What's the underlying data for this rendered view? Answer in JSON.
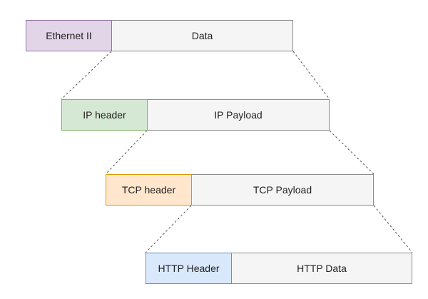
{
  "layers": [
    {
      "header": {
        "label": "Ethernet II",
        "color": "#e1d5e7",
        "border": "#9673a6"
      },
      "payload": {
        "label": "Data"
      }
    },
    {
      "header": {
        "label": "IP header",
        "color": "#d5e8d4",
        "border": "#82b366"
      },
      "payload": {
        "label": "IP Payload"
      }
    },
    {
      "header": {
        "label": "TCP header",
        "color": "#ffe6cc",
        "border": "#d79b00"
      },
      "payload": {
        "label": "TCP Payload"
      }
    },
    {
      "header": {
        "label": "HTTP Header",
        "color": "#dae8fc",
        "border": "#6c8ebf"
      },
      "payload": {
        "label": "HTTP Data"
      }
    }
  ],
  "payload_fill": "#f5f5f5",
  "connector_color": "#555555"
}
